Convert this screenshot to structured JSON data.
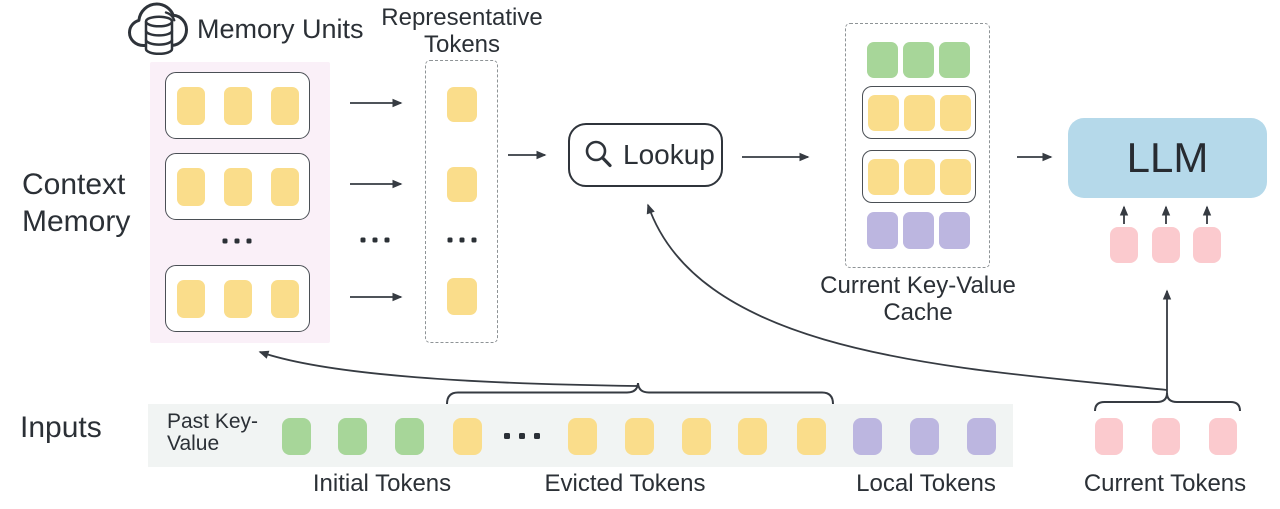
{
  "colors": {
    "accent_yellow": "#FADD8B",
    "accent_green": "#A7D699",
    "accent_purple": "#BCB6E0",
    "accent_pink": "#FBCACE",
    "llm_blue": "#B5D9EA",
    "memory_panel_bg": "#FAF0F8",
    "inputs_band_bg": "#F1F4F3",
    "ink": "#2B3036",
    "line": "#363B42"
  },
  "context_memory": {
    "section_label": "Context Memory",
    "memory_units_label": "Memory Units",
    "visible_unit_count": 3,
    "tokens_per_unit": 3,
    "ellipsis": "..."
  },
  "representative": {
    "label": "Representative Tokens",
    "visible_token_count": 3,
    "ellipsis": "..."
  },
  "lookup": {
    "label": "Lookup"
  },
  "cache": {
    "label": "Current Key-Value Cache",
    "rows": [
      {
        "type": "initial",
        "color": "green",
        "count": 3
      },
      {
        "type": "retrieved-memory-unit",
        "color": "yellow",
        "count": 3
      },
      {
        "type": "retrieved-memory-unit",
        "color": "yellow",
        "count": 3
      },
      {
        "type": "local",
        "color": "purple",
        "count": 3
      }
    ]
  },
  "llm": {
    "label": "LLM",
    "current_token_count": 3
  },
  "inputs": {
    "section_label": "Inputs",
    "past_key_value_label": "Past Key-Value",
    "ellipsis": "...",
    "groups": [
      {
        "name": "Initial Tokens",
        "color": "green",
        "count": 3
      },
      {
        "name": "Evicted Tokens",
        "color": "yellow",
        "count": 6
      },
      {
        "name": "Local Tokens",
        "color": "purple",
        "count": 3
      },
      {
        "name": "Current Tokens",
        "color": "pink",
        "count": 3
      }
    ]
  }
}
